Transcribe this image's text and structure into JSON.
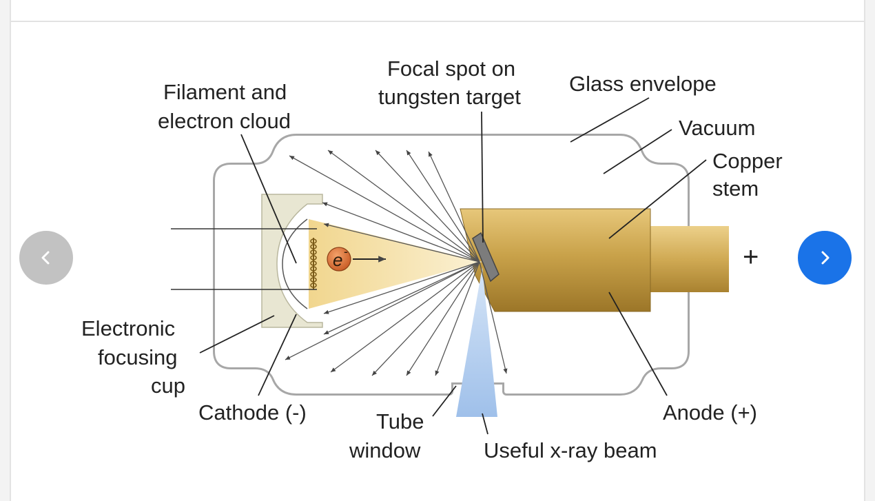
{
  "carousel": {
    "prev_icon": "chevron-left-icon",
    "next_icon": "chevron-right-icon",
    "colors": {
      "prev_bg": "#c2c2c2",
      "next_bg": "#1a73e8"
    }
  },
  "diagram": {
    "labels": {
      "filament_line1": "Filament and",
      "filament_line2": "electron cloud",
      "focal_line1": "Focal spot on",
      "focal_line2": "tungsten target",
      "glass_envelope": "Glass envelope",
      "vacuum": "Vacuum",
      "copper_line1": "Copper",
      "copper_line2": "stem",
      "focusing_line1": "Electronic",
      "focusing_line2": "focusing",
      "focusing_line3": "cup",
      "cathode": "Cathode (-)",
      "tube_window_line1": "Tube",
      "tube_window_line2": "window",
      "xray_beam": "Useful x-ray beam",
      "anode": "Anode (+)",
      "electron": "e",
      "electron_charge": "-",
      "plus_sign": "+"
    },
    "colors": {
      "anode_gold": "#c9a24a",
      "beam_blue": "#a9c8ee",
      "electron_stream": "#f6e2a8",
      "cathode_cup": "#e6e4cf",
      "electron_orange": "#d9733a",
      "envelope": "#9a9a9a"
    }
  }
}
